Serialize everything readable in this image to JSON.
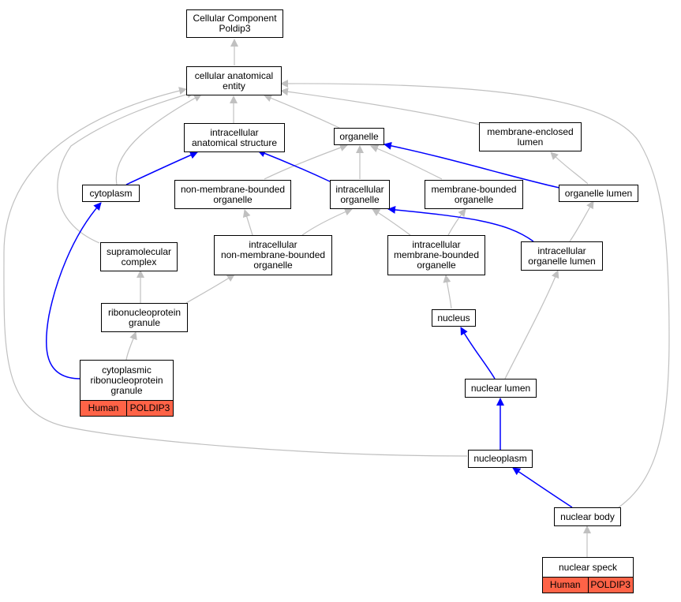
{
  "colors": {
    "is_a_edge": "#c0c0c0",
    "part_of_edge": "#0000ff",
    "annotation_fill": "#FF6347",
    "node_border": "#000000"
  },
  "nodes": {
    "root": {
      "line1": "Cellular Component",
      "line2": "Poldip3"
    },
    "cellular_anatomical_entity": {
      "line1": "cellular anatomical",
      "line2": "entity"
    },
    "intracellular_anatomical_structure": {
      "line1": "intracellular",
      "line2": "anatomical structure"
    },
    "organelle": {
      "line1": "organelle"
    },
    "membrane_enclosed_lumen": {
      "line1": "membrane-enclosed",
      "line2": "lumen"
    },
    "cytoplasm": {
      "line1": "cytoplasm"
    },
    "non_membrane_bounded_organelle": {
      "line1": "non-membrane-bounded",
      "line2": "organelle"
    },
    "intracellular_organelle": {
      "line1": "intracellular",
      "line2": "organelle"
    },
    "membrane_bounded_organelle": {
      "line1": "membrane-bounded",
      "line2": "organelle"
    },
    "organelle_lumen": {
      "line1": "organelle lumen"
    },
    "supramolecular_complex": {
      "line1": "supramolecular",
      "line2": "complex"
    },
    "intracellular_non_membrane_bounded_organelle": {
      "line1": "intracellular",
      "line2": "non-membrane-bounded",
      "line3": "organelle"
    },
    "intracellular_membrane_bounded_organelle": {
      "line1": "intracellular",
      "line2": "membrane-bounded",
      "line3": "organelle"
    },
    "intracellular_organelle_lumen": {
      "line1": "intracellular",
      "line2": "organelle lumen"
    },
    "ribonucleoprotein_granule": {
      "line1": "ribonucleoprotein",
      "line2": "granule"
    },
    "nucleus": {
      "line1": "nucleus"
    },
    "cytoplasmic_ribonucleoprotein_granule": {
      "line1": "cytoplasmic",
      "line2": "ribonucleoprotein",
      "line3": "granule",
      "species": "Human",
      "gene": "POLDIP3"
    },
    "nuclear_lumen": {
      "line1": "nuclear lumen"
    },
    "nucleoplasm": {
      "line1": "nucleoplasm"
    },
    "nuclear_body": {
      "line1": "nuclear body"
    },
    "nuclear_speck": {
      "line1": "nuclear speck",
      "species": "Human",
      "gene": "POLDIP3"
    }
  }
}
